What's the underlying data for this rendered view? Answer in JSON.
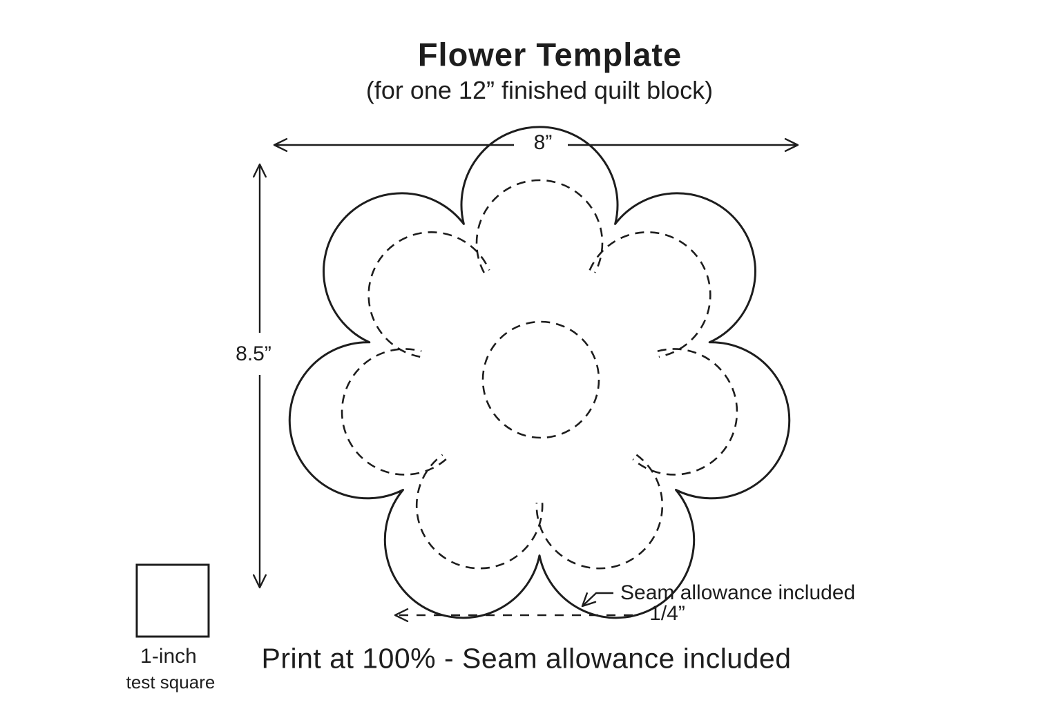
{
  "title": "Flower Template",
  "subtitle": "(for one 12” finished quilt block)",
  "dimension_labels": {
    "width": "8”",
    "height": "8.5”",
    "seam_allowance": "1/4”"
  },
  "callouts": {
    "seam_note": "Seam allowance included"
  },
  "test_square": {
    "line1": "1-inch",
    "line2": "test square"
  },
  "footer": "Print at 100% - Seam allowance included",
  "figure": {
    "petal_count": 7,
    "lines": {
      "cut_line": "solid",
      "seam_line": "dashed",
      "center_circle": "dashed"
    }
  },
  "colors": {
    "ink": "#1d1d1d",
    "background": "#ffffff"
  }
}
